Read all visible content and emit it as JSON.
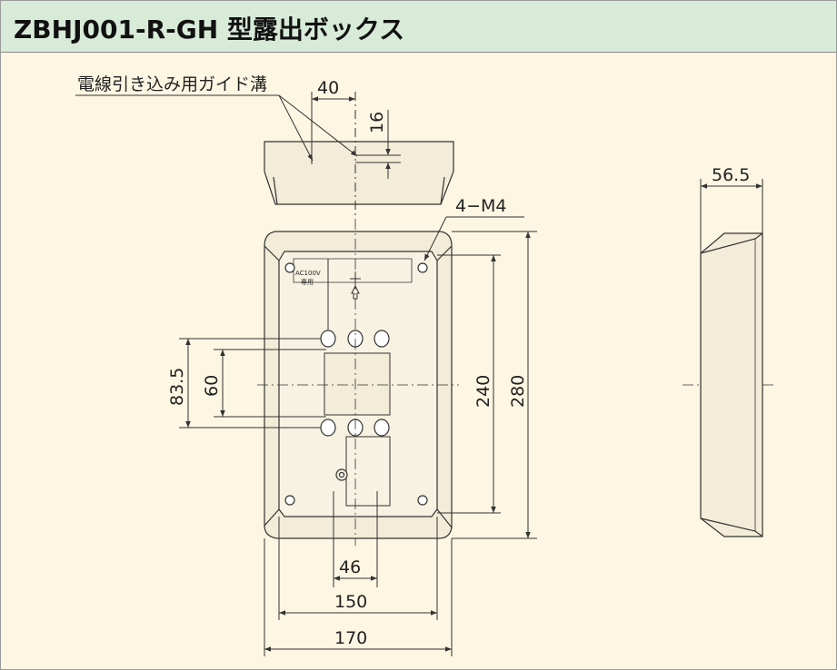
{
  "header": {
    "title": "ZBHJ001-R-GH 型露出ボックス"
  },
  "labels": {
    "groove": "電線引き込み用ガイド溝",
    "screws": "4−M4",
    "ac_line1": "AC100V",
    "ac_line2": "専用"
  },
  "dimensions": {
    "groove_width": "40",
    "groove_depth": "16",
    "depth": "56.5",
    "inner_height": "240",
    "outer_height": "280",
    "pitch_outer": "83.5",
    "pitch_inner": "60",
    "width_46": "46",
    "width_150": "150",
    "width_170": "170"
  },
  "colors": {
    "header_bg": "#d8ead8",
    "paper": "#fdf6e3",
    "line": "#333333",
    "part_fill": "#f3ecd8"
  }
}
